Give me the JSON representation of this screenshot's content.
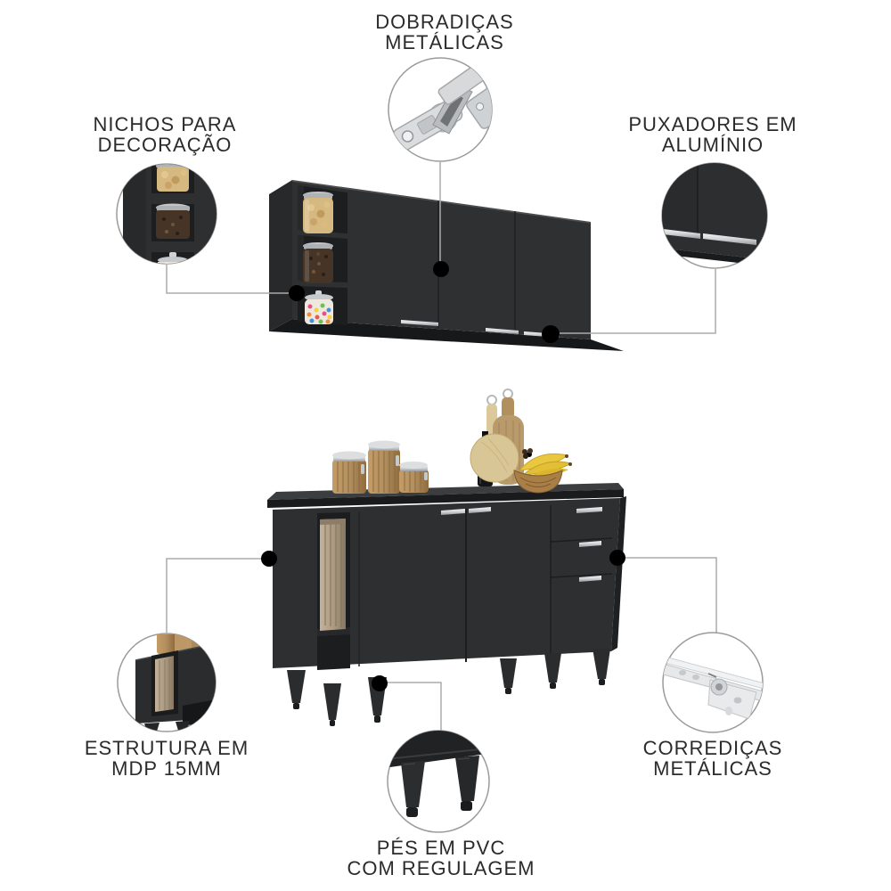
{
  "page": {
    "background": "#ffffff",
    "kind": "product-feature-infographic",
    "product_color": "black"
  },
  "colors": {
    "cabinet_front": "#2e3032",
    "cabinet_side": "#28292b",
    "cabinet_underside": "#17181a",
    "niche_interior": "#1c1e20",
    "handle_silver": "#d6d8da",
    "connector_line": "#ababab",
    "dot": "#000000",
    "circle_border": "#9b9b9b",
    "text": "#2b2b2b",
    "wood": "#b3905f",
    "towel": "#b2a189",
    "banana": "#e9c83f"
  },
  "callouts": {
    "hinges": {
      "line1": "DOBRADIÇAS",
      "line2": "METÁLICAS",
      "icon": "hinge-icon"
    },
    "niches": {
      "line1": "NICHOS PARA",
      "line2": "DECORAÇÃO",
      "icon": "decor-niches-icon"
    },
    "handles": {
      "line1": "PUXADORES EM",
      "line2": "ALUMÍNIO",
      "icon": "aluminum-handle-icon"
    },
    "structure": {
      "line1": "ESTRUTURA EM",
      "line2": "MDP 15MM",
      "icon": "mdp-structure-icon"
    },
    "slides": {
      "line1": "CORREDIÇAS",
      "line2": "METÁLICAS",
      "icon": "drawer-slide-icon"
    },
    "feet": {
      "line1": "PÉS EM PVC",
      "line2": "COM REGULAGEM",
      "icon": "pvc-feet-icon"
    }
  }
}
